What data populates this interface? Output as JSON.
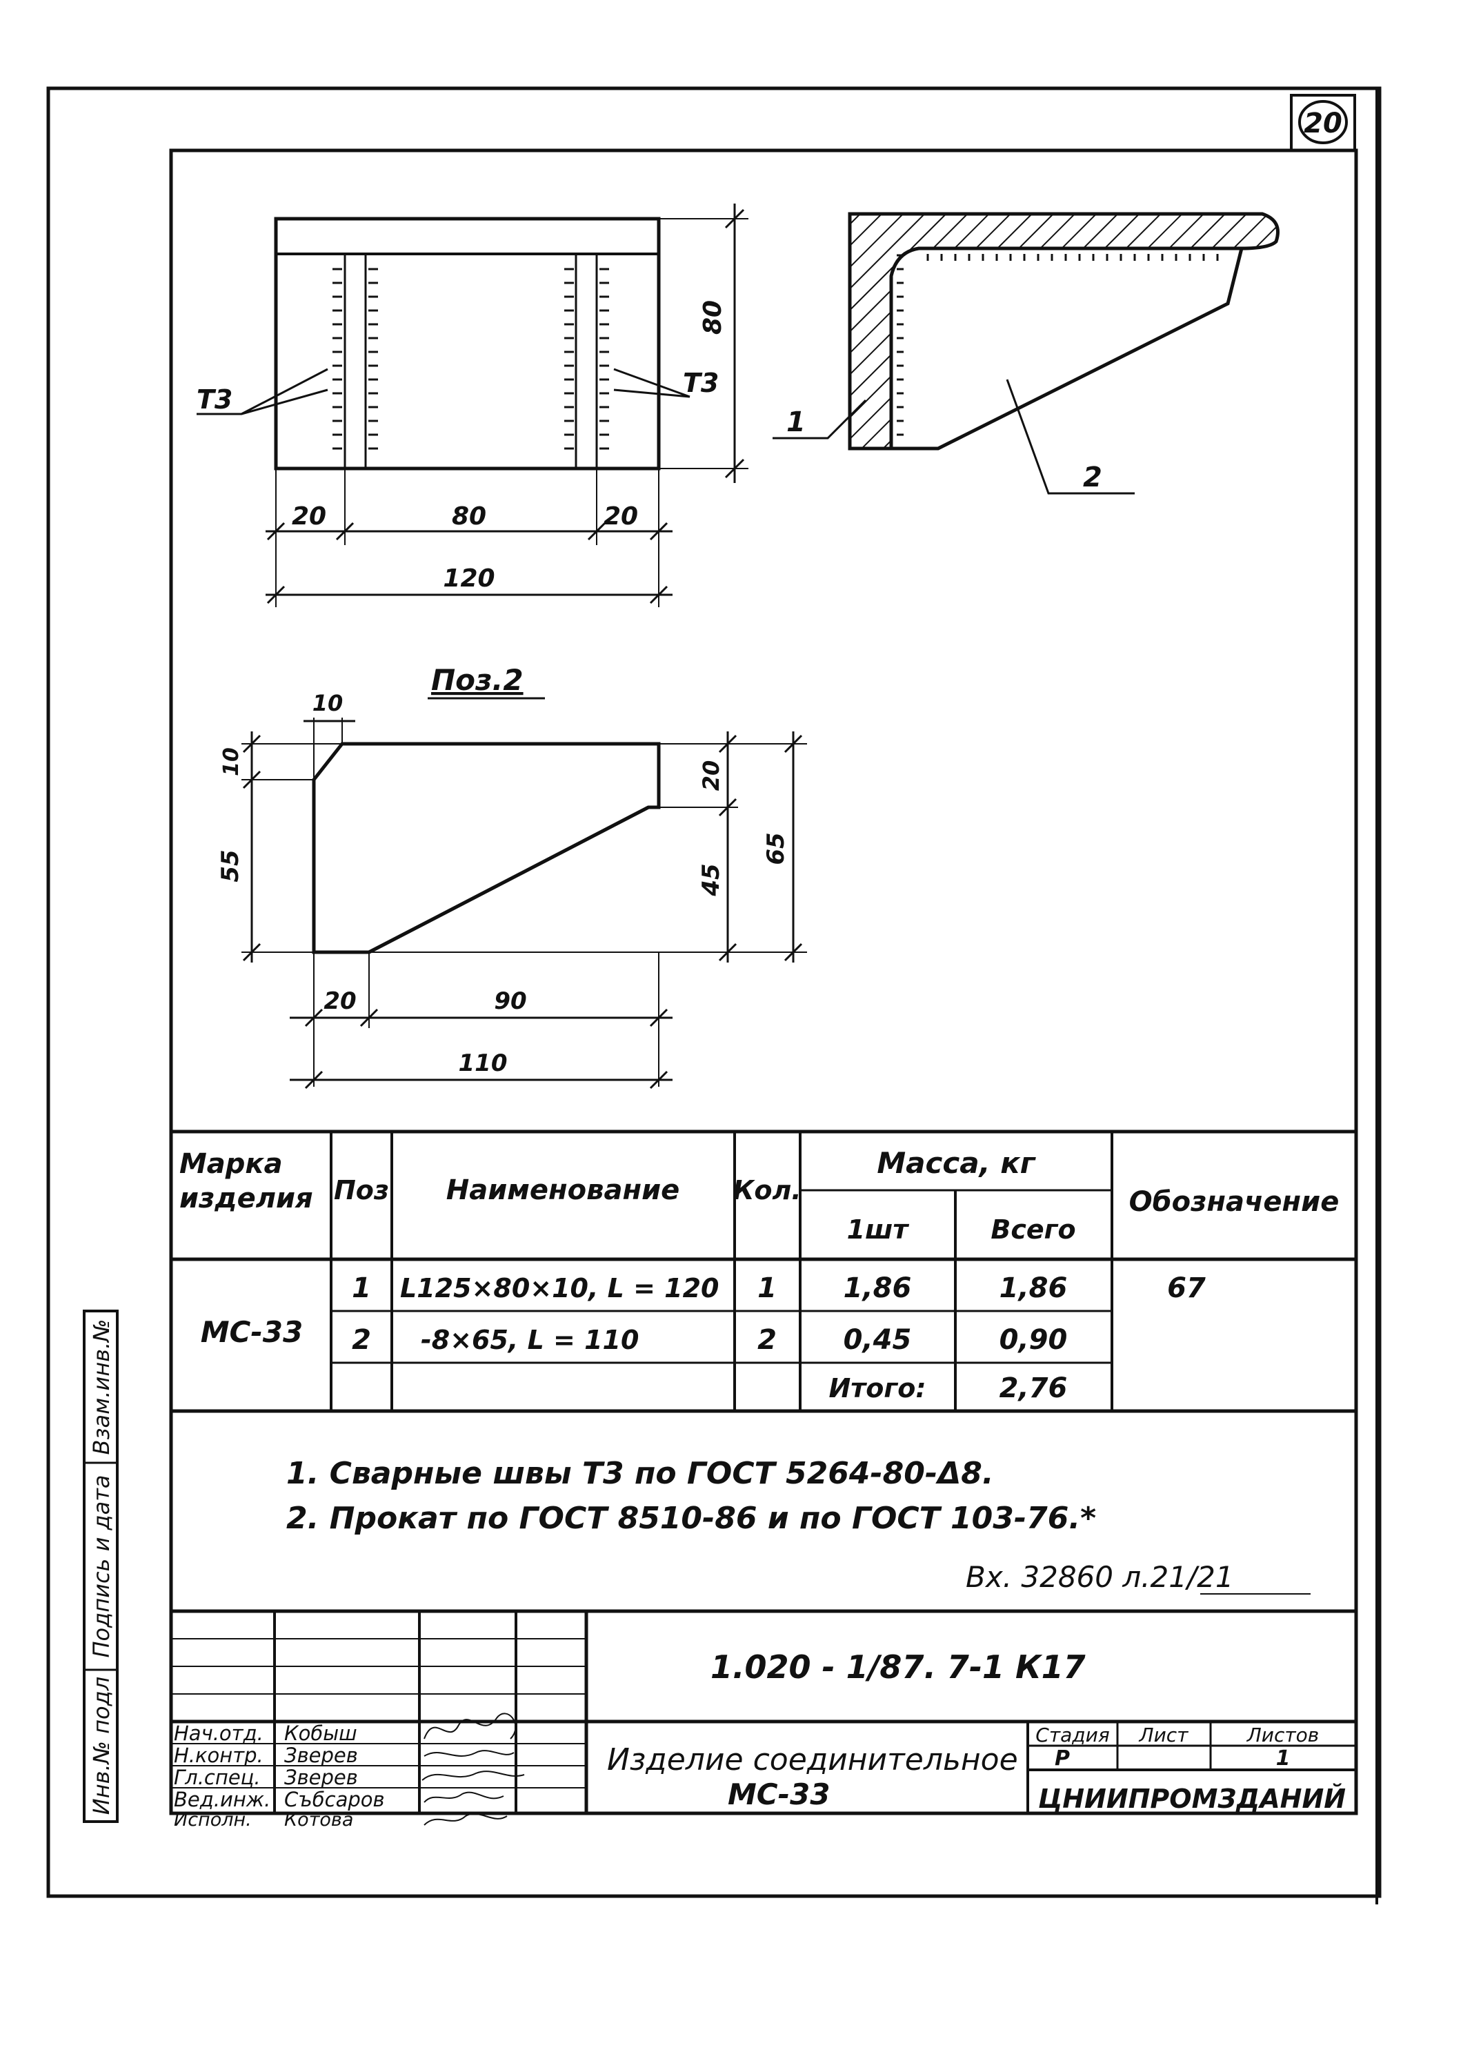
{
  "sheet_number": "20",
  "drawing1": {
    "weld_label_left": "Т3",
    "weld_label_right": "Т3",
    "dim_height": "80",
    "dim_left": "20",
    "dim_mid": "80",
    "dim_right": "20",
    "dim_total": "120"
  },
  "drawing2": {
    "callout_1": "1",
    "callout_2": "2"
  },
  "drawing3": {
    "title": "Поз.2",
    "dim_chamfer_w": "10",
    "dim_chamfer_h": "10",
    "dim_left_h": "55",
    "dim_right_top": "20",
    "dim_right_mid": "45",
    "dim_total_h": "65",
    "dim_bottom_left": "20",
    "dim_bottom_mid": "90",
    "dim_total_w": "110"
  },
  "spec_table": {
    "headers": {
      "mark": [
        "Марка",
        "изделия"
      ],
      "pos": "Поз",
      "name": "Наименование",
      "qty": "Кол.",
      "mass": "Масса, кг",
      "mass_unit": "1шт",
      "mass_total": "Всего",
      "designation": "Обозначение"
    },
    "mark": "МС-33",
    "rows": [
      {
        "pos": "1",
        "name": "L125×80×10,  L = 120",
        "qty": "1",
        "unit": "1,86",
        "total": "1,86",
        "designation": "67"
      },
      {
        "pos": "2",
        "name": "-8×65,   L = 110",
        "qty": "2",
        "unit": "0,45",
        "total": "0,90",
        "designation": ""
      }
    ],
    "total_label": "Итого:",
    "total_value": "2,76"
  },
  "notes": [
    "1. Сварные швы Т3 по ГОСТ 5264-80-Δ8.",
    "2. Прокат по ГОСТ 8510-86 и по ГОСТ 103-76.*"
  ],
  "inventory_note": "Вх. 32860 л.21/21",
  "side_stamp": [
    "Инв.№ подл",
    "Подпись и дата",
    "Взам.инв.№"
  ],
  "title_block": {
    "code": "1.020 - 1/87. 7-1  К17",
    "roles": [
      "Нач.отд.",
      "Н.контр.",
      "Гл.спец.",
      "Вед.инж.",
      "Исполн."
    ],
    "names": [
      "Кобыш",
      "Зверев",
      "Зверев",
      "Събсаров",
      "Котова"
    ],
    "product_name": [
      "Изделие соединительное",
      "МС-33"
    ],
    "stage_label": "Стадия",
    "sheet_label": "Лист",
    "sheets_label": "Листов",
    "stage": "Р",
    "sheets": "1",
    "organization": "ЦНИИПРОМЗДАНИЙ"
  }
}
